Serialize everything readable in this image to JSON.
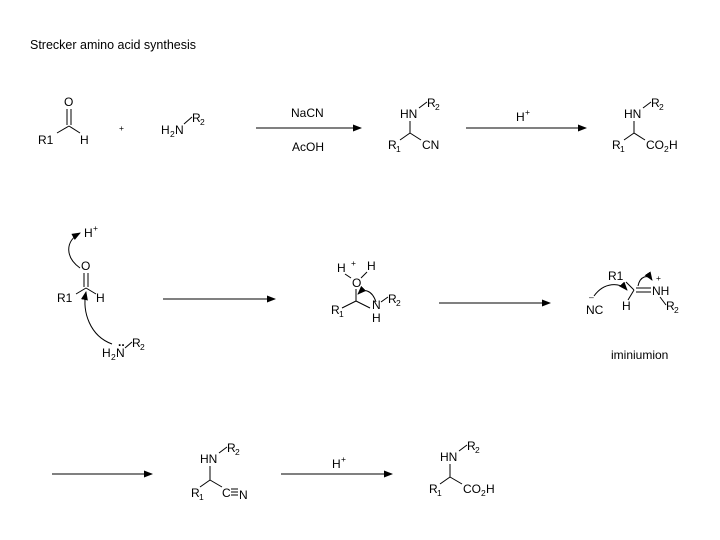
{
  "title": "Strecker amino acid synthesis",
  "reagents": {
    "nacn": "NaCN",
    "acoh": "AcOH",
    "h": "H",
    "plus_sup": "+"
  },
  "atoms": {
    "O": "O",
    "H": "H",
    "R1": "R1",
    "R": "R",
    "sub1": "1",
    "sub2": "2",
    "HN": "HN",
    "N": "N",
    "NH": "NH",
    "CN": "CN",
    "CO": "CO",
    "C": "C",
    "Nletter": "N",
    "NC": "NC",
    "plus": "+",
    "minus": "–",
    "dots": ".."
  },
  "iminium_label": "iminiumion"
}
